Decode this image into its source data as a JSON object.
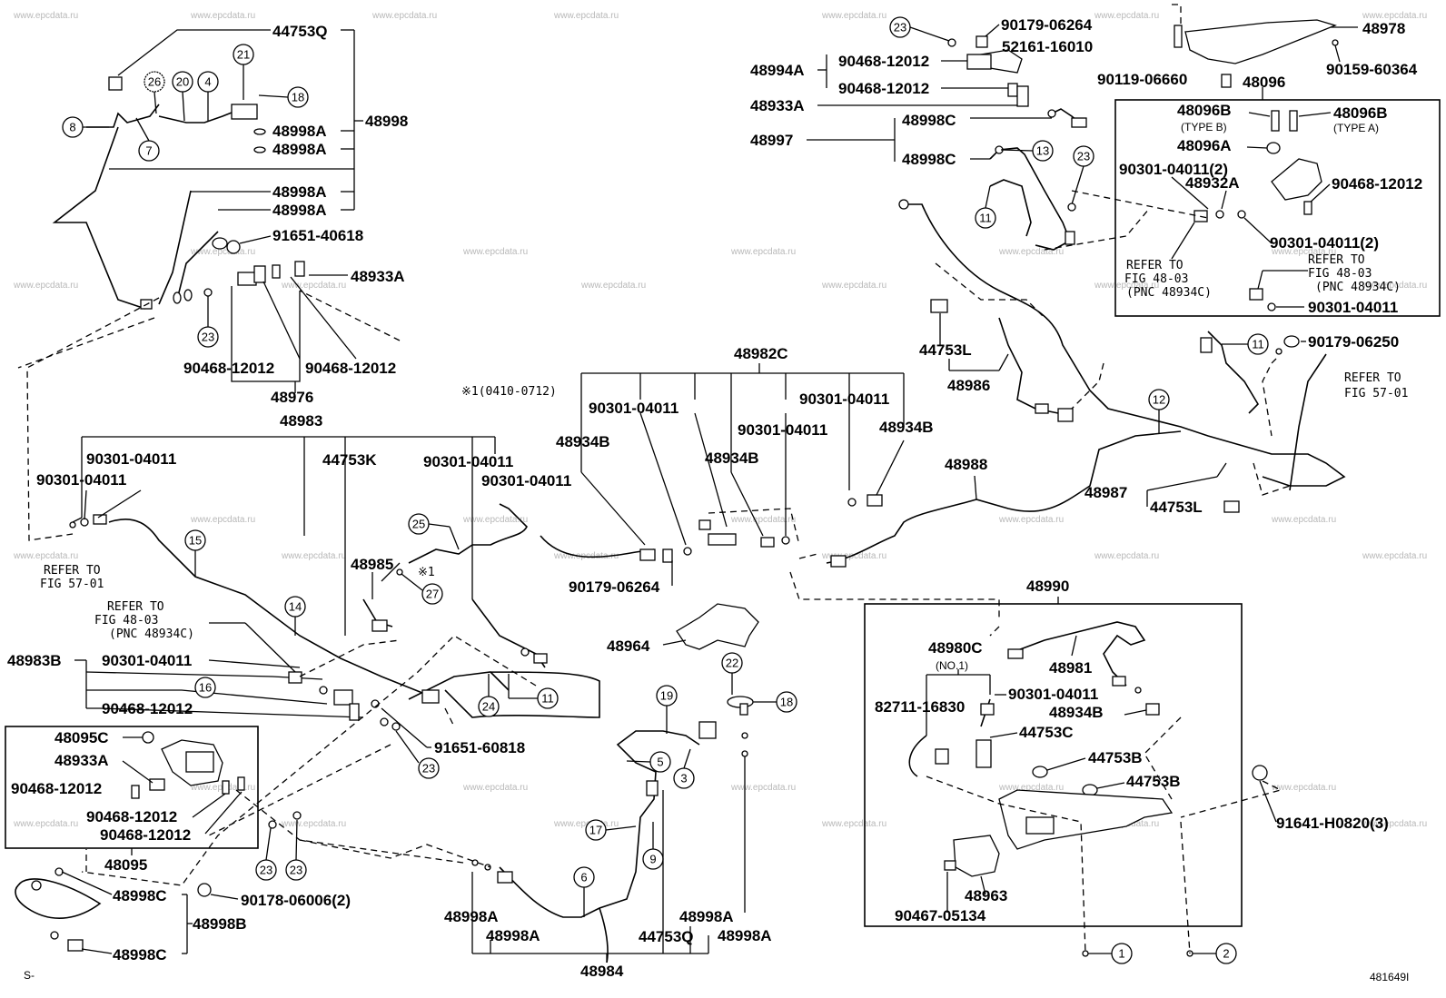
{
  "watermark": "www.epcdata.ru",
  "labels": {
    "l44753Q_top": "44753Q",
    "l48998": "48998",
    "l48998A_1": "48998A",
    "l48998A_2": "48998A",
    "l48998A_3": "48998A",
    "l48998A_4": "48998A",
    "l91651_40618": "91651-40618",
    "l48933A_left": "48933A",
    "l90468_a": "90468-12012",
    "l90468_b": "90468-12012",
    "l48976": "48976",
    "l48983": "48983",
    "l44753K": "44753K",
    "l90301_l1": "90301-04011",
    "l90301_l2": "90301-04011",
    "l90301_l3": "90301-04011",
    "l90301_l4": "90301-04011",
    "l48985": "48985",
    "l48983B": "48983B",
    "l90301_l5": "90301-04011",
    "l90468_c": "90468-12012",
    "l91651_60818": "91651-60818",
    "l48095C": "48095C",
    "l48933A_box": "48933A",
    "l90468_d": "90468-12012",
    "l90468_e": "90468-12012",
    "l90468_f": "90468-12012",
    "l48095": "48095",
    "l48998C_bl1": "48998C",
    "l48998B": "48998B",
    "l48998C_bl2": "48998C",
    "l90178": "90178-06006(2)",
    "l48998A_b1": "48998A",
    "l48998A_b2": "48998A",
    "l48984": "48984",
    "l44753Q_bot": "44753Q",
    "l48998A_b3": "48998A",
    "l48998A_b4": "48998A",
    "l48982C": "48982C",
    "l90301_m1": "90301-04011",
    "l90301_m2": "90301-04011",
    "l90301_m3": "90301-04011",
    "l48934B_1": "48934B",
    "l48934B_2": "48934B",
    "l48934B_3": "48934B",
    "l90179_m": "90179-06264",
    "l48964": "48964",
    "l90179_06264": "90179-06264",
    "l52161": "52161-16010",
    "l48978": "48978",
    "l48994A": "48994A",
    "l90468_g": "90468-12012",
    "l90468_h": "90468-12012",
    "l90119": "90119-06660",
    "l48096": "48096",
    "l90159": "90159-60364",
    "l48933A_r": "48933A",
    "l48998C_r1": "48998C",
    "l48997": "48997",
    "l48998C_r2": "48998C",
    "l48096B_1": "48096B",
    "l48096B_2": "48096B",
    "l48096A": "48096A",
    "l90301_r1": "90301-04011(2)",
    "l48932A": "48932A",
    "l90468_r": "90468-12012",
    "l90301_r2": "90301-04011(2)",
    "l90301_r3": "90301-04011",
    "l44753L_1": "44753L",
    "l48986": "48986",
    "l90179_06250": "90179-06250",
    "l48988": "48988",
    "l48987": "48987",
    "l44753L_2": "44753L",
    "l48990": "48990",
    "l48980C": "48980C",
    "l48981": "48981",
    "l90301_b": "90301-04011",
    "l82711": "82711-16830",
    "l48934B_b": "48934B",
    "l44753C": "44753C",
    "l44753B_1": "44753B",
    "l44753B_2": "44753B",
    "l91641": "91641-H0820(3)",
    "l48963": "48963",
    "l90467": "90467-05134",
    "figno": "481649I",
    "corner": "S-"
  },
  "notes": {
    "typeB": "(TYPE B)",
    "typeA": "(TYPE A)",
    "no1": "(NO.1)",
    "star1": "※1(0410-0712)",
    "star1b": "※1"
  },
  "refs": {
    "r1a": "REFER TO",
    "r1b": "FIG 57-01",
    "r2a": "REFER TO",
    "r2b": "FIG 48-03",
    "r2c": "(PNC 48934C)",
    "r3a": "REFER TO",
    "r3b": "FIG 48-03",
    "r3c": "(PNC 48934C)",
    "r4a": "REFER TO",
    "r4b": "FIG 48-03",
    "r4c": "(PNC 48934C)",
    "r5a": "REFER TO",
    "r5b": "FIG 57-01"
  },
  "callouts": {
    "c1": "1",
    "c2": "2",
    "c3": "3",
    "c4": "4",
    "c5": "5",
    "c6": "6",
    "c7": "7",
    "c8": "8",
    "c9": "9",
    "c11a": "11",
    "c11b": "11",
    "c11c": "11",
    "c12": "12",
    "c13": "13",
    "c14": "14",
    "c15": "15",
    "c16": "16",
    "c17": "17",
    "c18a": "18",
    "c18b": "18",
    "c19": "19",
    "c20": "20",
    "c21": "21",
    "c22": "22",
    "c23a": "23",
    "c23b": "23",
    "c23c": "23",
    "c23d": "23",
    "c23e": "23",
    "c23f": "23",
    "c24": "24",
    "c25": "25",
    "c26": "26",
    "c27": "27"
  }
}
